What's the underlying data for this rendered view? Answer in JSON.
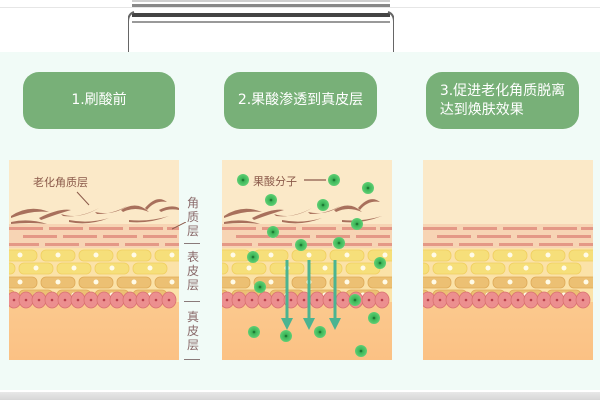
{
  "steps": [
    {
      "label_line1": "1.刷酸前",
      "label_line2": ""
    },
    {
      "label_line1": "2.果酸渗透到真皮层",
      "label_line2": ""
    },
    {
      "label_line1": "3.促进老化角质脱离",
      "label_line2": "达到焕肤效果"
    }
  ],
  "panels": {
    "before": {
      "annotation": "老化角质层"
    },
    "penetration": {
      "annotation": "果酸分子"
    },
    "after": {}
  },
  "layer_labels": {
    "stratum_corneum": [
      "角",
      "质",
      "层"
    ],
    "epidermis": [
      "表",
      "皮",
      "层"
    ],
    "dermis": [
      "真",
      "皮",
      "层"
    ]
  },
  "colors": {
    "button_green": "#78b078",
    "background": "#f1fbf7",
    "top_skin": "#fbe9c8",
    "dermis": "#fbc587",
    "molecule": "#3fb85a",
    "arrow": "#4bb491",
    "red_cells": "#e88a8a",
    "yellow_cells": "#f6df7a",
    "orange_cells": "#ecc073"
  },
  "icons": {
    "molecule": "acid-molecule-icon",
    "arrow": "arrow-down-icon",
    "handle": "bag-handle-icon"
  }
}
